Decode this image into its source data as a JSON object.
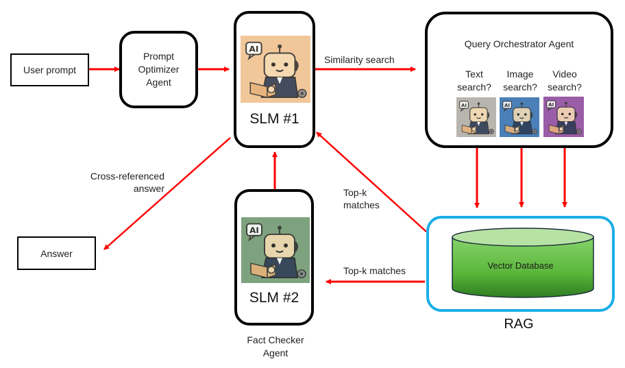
{
  "nodes": {
    "user_prompt": {
      "label": "User prompt"
    },
    "prompt_optimizer": {
      "label_lines": [
        "Prompt",
        "Optimizer",
        "Agent"
      ]
    },
    "slm1": {
      "title": "SLM #1",
      "robot_bg": "#f2c89a"
    },
    "slm2": {
      "title": "SLM #2",
      "robot_bg": "#7fa27f",
      "caption_lines": [
        "Fact Checker",
        "Agent"
      ]
    },
    "answer": {
      "label": "Answer"
    },
    "orchestrator": {
      "title": "Query Orchestrator Agent",
      "options": [
        {
          "label_lines": [
            "Text",
            "search?"
          ],
          "robot_bg": "#b8b6ad"
        },
        {
          "label_lines": [
            "Image",
            "search?"
          ],
          "robot_bg": "#4a80b8"
        },
        {
          "label_lines": [
            "Video",
            "search?"
          ],
          "robot_bg": "#9a5ea8"
        }
      ]
    },
    "rag": {
      "database_label": "Vector Database",
      "caption": "RAG",
      "border_color": "#1aaee8",
      "db_color": "#5cb83c"
    }
  },
  "edges": {
    "similarity_search": "Similarity search",
    "cross_referenced_lines": [
      "Cross-referenced",
      "answer"
    ],
    "topk_diag_lines": [
      "Top-k",
      "matches"
    ],
    "topk_horizontal": "Top-k matches"
  },
  "robot_badge": "AI",
  "colors": {
    "arrow": "#ff0000",
    "border": "#000000"
  }
}
